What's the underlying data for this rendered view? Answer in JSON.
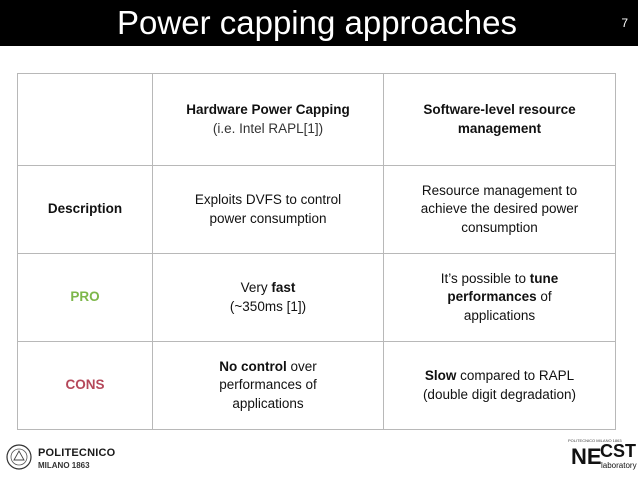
{
  "slide": {
    "title": "Power capping approaches",
    "number": "7"
  },
  "table": {
    "headers": [
      "",
      {
        "line1": "Hardware Power Capping",
        "line2": "(i.e. Intel RAPL[1])"
      },
      {
        "line1": "Software-level resource",
        "line2": "management"
      }
    ],
    "rows": [
      {
        "label": "Description",
        "label_color": "#111111",
        "cells": [
          [
            [
              "Exploits DVFS to control",
              false
            ],
            [
              "power consumption",
              false
            ]
          ],
          [
            [
              "Resource management to",
              false
            ],
            [
              "achieve the desired power",
              false
            ],
            [
              "consumption",
              false
            ]
          ]
        ]
      },
      {
        "label": "PRO",
        "label_color": "#7db74a",
        "cells": [
          [
            [
              "Very ",
              false
            ],
            [
              "fast",
              true
            ],
            [
              "|",
              false
            ],
            [
              "(~350ms [1])",
              false
            ]
          ],
          [
            [
              "It’s possible to ",
              false
            ],
            [
              "tune",
              true
            ],
            [
              "|",
              false
            ],
            [
              "performances",
              true
            ],
            [
              " of",
              false
            ],
            [
              "|",
              false
            ],
            [
              "applications",
              false
            ]
          ]
        ]
      },
      {
        "label": "CONS",
        "label_color": "#b5485a",
        "cells": [
          [
            [
              "No control",
              true
            ],
            [
              " over",
              false
            ],
            [
              "|",
              false
            ],
            [
              "performances of",
              false
            ],
            [
              "|",
              false
            ],
            [
              "applications",
              false
            ]
          ],
          [
            [
              "Slow",
              true
            ],
            [
              " compared to RAPL",
              false
            ],
            [
              "|",
              false
            ],
            [
              "(double digit degradation)",
              false
            ]
          ]
        ]
      }
    ]
  },
  "footer": {
    "left_logo_name": "POLITECNICO",
    "left_logo_sub": "MILANO 1863",
    "right_logo_top": "POLITECNICO MILANO 1863",
    "right_logo_ne": "NE",
    "right_logo_cst": "CST",
    "right_logo_lab": "laboratory"
  }
}
